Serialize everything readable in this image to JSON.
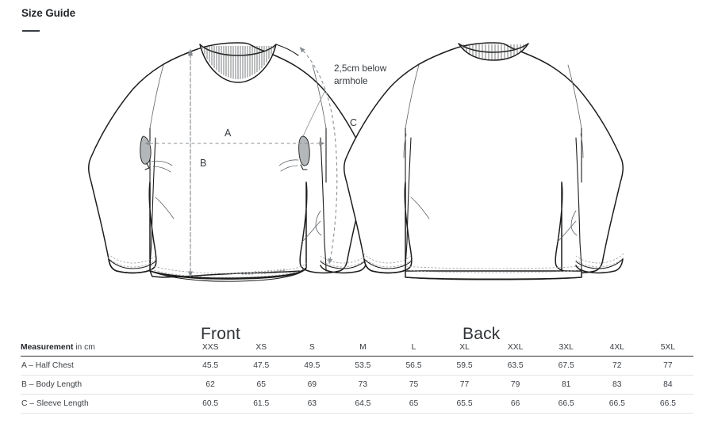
{
  "header": {
    "title": "Size Guide"
  },
  "illustration": {
    "annotation": {
      "line1": "2,5cm below",
      "line2": "armhole"
    },
    "labels": {
      "a": "A",
      "b": "B",
      "c": "C"
    },
    "views": {
      "front": "Front",
      "back": "Back"
    },
    "colors": {
      "outline": "#1d1d1b",
      "dimension": "#8a8f94",
      "detail": "#6e7478",
      "tab_fill": "#b3b7ba"
    }
  },
  "table": {
    "header": {
      "label_strong": "Measurement",
      "label_unit": " in cm",
      "sizes": [
        "XXS",
        "XS",
        "S",
        "M",
        "L",
        "XL",
        "XXL",
        "3XL",
        "4XL",
        "5XL"
      ]
    },
    "rows": [
      {
        "label": "A – Half Chest",
        "values": [
          "45.5",
          "47.5",
          "49.5",
          "53.5",
          "56.5",
          "59.5",
          "63.5",
          "67.5",
          "72",
          "77"
        ]
      },
      {
        "label": "B – Body Length",
        "values": [
          "62",
          "65",
          "69",
          "73",
          "75",
          "77",
          "79",
          "81",
          "83",
          "84"
        ]
      },
      {
        "label": "C – Sleeve Length",
        "values": [
          "60.5",
          "61.5",
          "63",
          "64.5",
          "65",
          "65.5",
          "66",
          "66.5",
          "66.5",
          "66.5"
        ]
      }
    ]
  }
}
